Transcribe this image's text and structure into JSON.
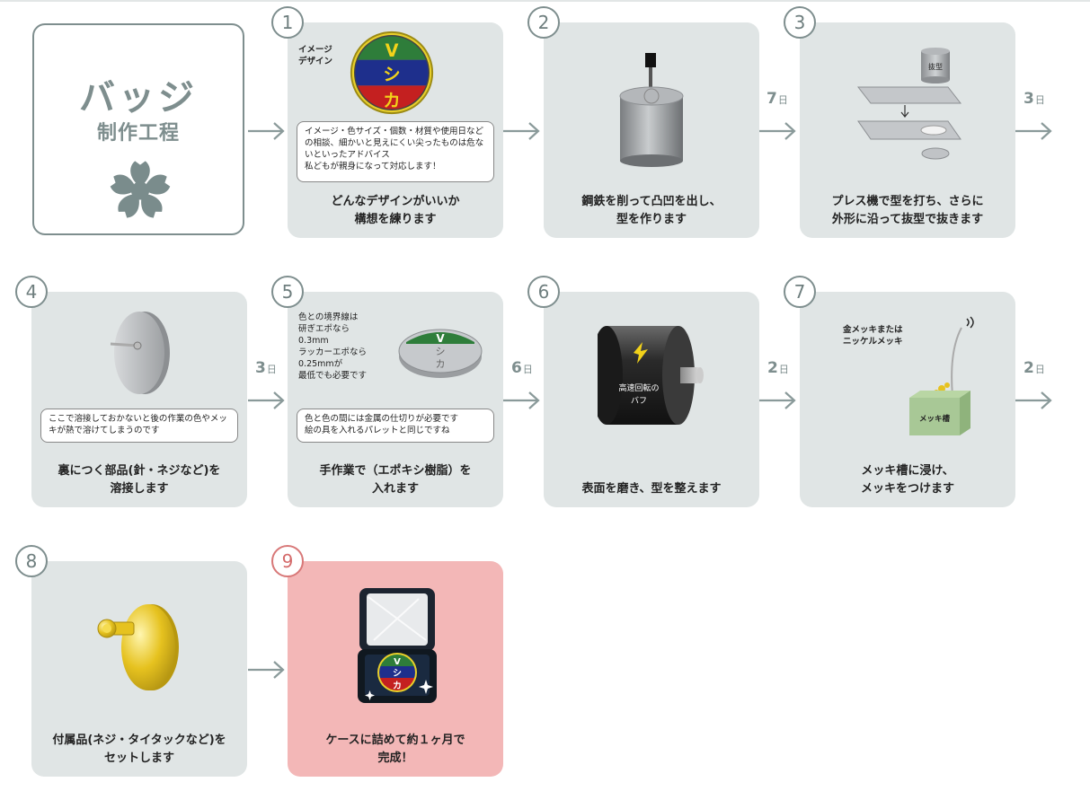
{
  "title": {
    "main": "バッジ",
    "sub": "制作工程"
  },
  "steps": [
    {
      "num": "1",
      "caption_l1": "どんなデザインがいいか",
      "caption_l2": "構想を練ります",
      "label": "イメージ\nデザイン",
      "badge_letters": [
        "V",
        "シ",
        "カ"
      ],
      "bubble": "イメージ・色サイズ・個数・材質や使用日などの相談、細かいと見えにくい尖ったものは危ないといったアドバイス\n私どもが親身になって対応します！"
    },
    {
      "num": "2",
      "caption_l1": "鋼鉄を削って凸凹を出し、",
      "caption_l2": "型を作ります"
    },
    {
      "num": "3",
      "caption_l1": "プレス機で型を打ち、さらに",
      "caption_l2": "外形に沿って抜型で抜きます",
      "die_label": "抜型"
    },
    {
      "num": "4",
      "caption_l1": "裏につく部品(針・ネジなど)を",
      "caption_l2": "溶接します",
      "bubble": "ここで溶接しておかないと後の作業の色やメッキが熱で溶けてしまうのです"
    },
    {
      "num": "5",
      "caption_l1": "手作業で（エポキシ樹脂）を",
      "caption_l2": "入れます",
      "note": "色との境界線は\n研ぎエポなら\n0.3mm\nラッカーエポなら\n0.25mmが\n最低でも必要です",
      "badge_letters": [
        "V",
        "シ",
        "カ"
      ],
      "bubble": "色と色の間には金属の仕切りが必要です\n絵の具を入れるパレットと同じですね"
    },
    {
      "num": "6",
      "caption_l1": "表面を磨き、型を整えます",
      "caption_l2": "",
      "buff_label": "高速回転の\nバフ"
    },
    {
      "num": "7",
      "caption_l1": "メッキ槽に浸け、",
      "caption_l2": "メッキをつけます",
      "note": "金メッキまたは\nニッケルメッキ",
      "tank_label": "メッキ槽"
    },
    {
      "num": "8",
      "caption_l1": "付属品(ネジ・タイタックなど)を",
      "caption_l2": "セットします"
    },
    {
      "num": "9",
      "caption_l1": "ケースに詰めて約１ヶ月で",
      "caption_l2": "完成！",
      "badge_letters": [
        "V",
        "シ",
        "カ"
      ]
    }
  ],
  "durations": {
    "d2_3": {
      "value": "7",
      "unit": "日"
    },
    "d3_4": {
      "value": "3",
      "unit": "日"
    },
    "d4_5": {
      "value": "3",
      "unit": "日"
    },
    "d5_6": {
      "value": "6",
      "unit": "日"
    },
    "d6_7": {
      "value": "2",
      "unit": "日"
    },
    "d7_8": {
      "value": "2",
      "unit": "日"
    }
  },
  "colors": {
    "card_bg": "#e0e5e5",
    "final_card_bg": "#f3b7b7",
    "accent_gray": "#7e8e8e",
    "badge_green": "#2e7d3a",
    "badge_blue": "#1e2f8c",
    "badge_red": "#c42020",
    "badge_yellow": "#f2d21a",
    "gold": "#e6c21f"
  },
  "icons": {
    "title": "sakura-icon",
    "step1": "badge-design-icon",
    "step2": "steel-die-icon",
    "step3": "press-sheet-icon",
    "step4": "badge-back-icon",
    "step5": "epoxy-badge-icon",
    "step6": "buff-wheel-icon",
    "step7": "plating-tank-icon",
    "step8": "gold-badge-icon",
    "step9": "badge-case-icon",
    "arrow": "chevron-right-arrow-icon"
  }
}
